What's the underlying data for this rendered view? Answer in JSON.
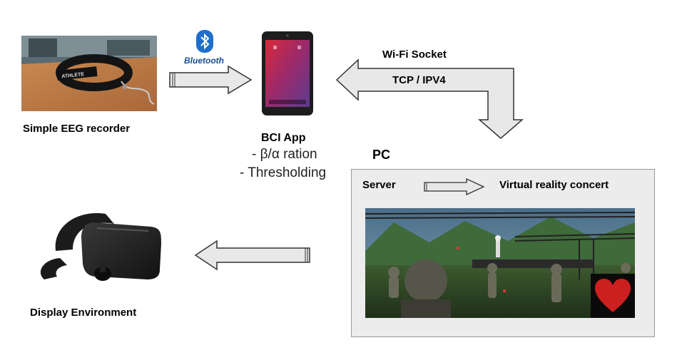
{
  "eeg": {
    "label": "Simple EEG recorder",
    "headband_text": "ATHLETE"
  },
  "bluetooth": {
    "label": "Bluetooth"
  },
  "bci": {
    "title": "BCI App",
    "items": [
      "- β/α ration",
      "- Thresholding"
    ]
  },
  "wifi": {
    "line1": "Wi-Fi Socket",
    "line2": "TCP / IPV4"
  },
  "pc": {
    "title": "PC",
    "server_label": "Server",
    "vr_label": "Virtual reality concert"
  },
  "display": {
    "label": "Display Environment"
  },
  "colors": {
    "arrow_fill": "#e8e8e8",
    "arrow_stroke": "#333333",
    "bluetooth": "#1f6fc9",
    "heart": "#cc1f1f"
  },
  "icons": [
    "bluetooth-icon",
    "tablet-icon",
    "vr-headset-icon",
    "heart-icon"
  ]
}
